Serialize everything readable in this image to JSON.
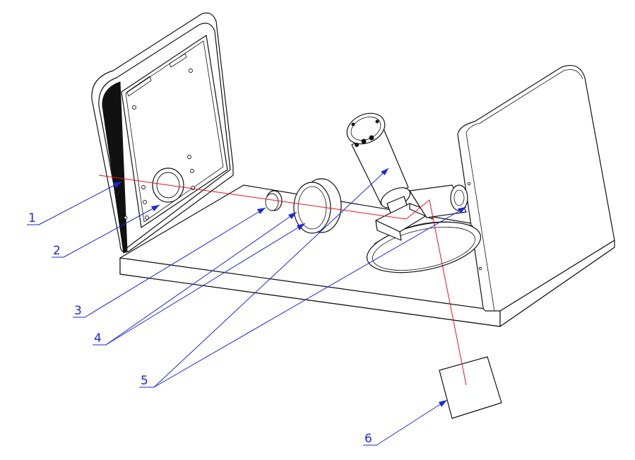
{
  "callouts": [
    {
      "id": "1",
      "label": "1"
    },
    {
      "id": "2",
      "label": "2"
    },
    {
      "id": "3",
      "label": "3"
    },
    {
      "id": "4",
      "label": "4"
    },
    {
      "id": "5",
      "label": "5"
    },
    {
      "id": "6",
      "label": "6"
    }
  ],
  "colors": {
    "line": "#111111",
    "beam": "#e8141c",
    "callout": "#1a2ad8"
  }
}
